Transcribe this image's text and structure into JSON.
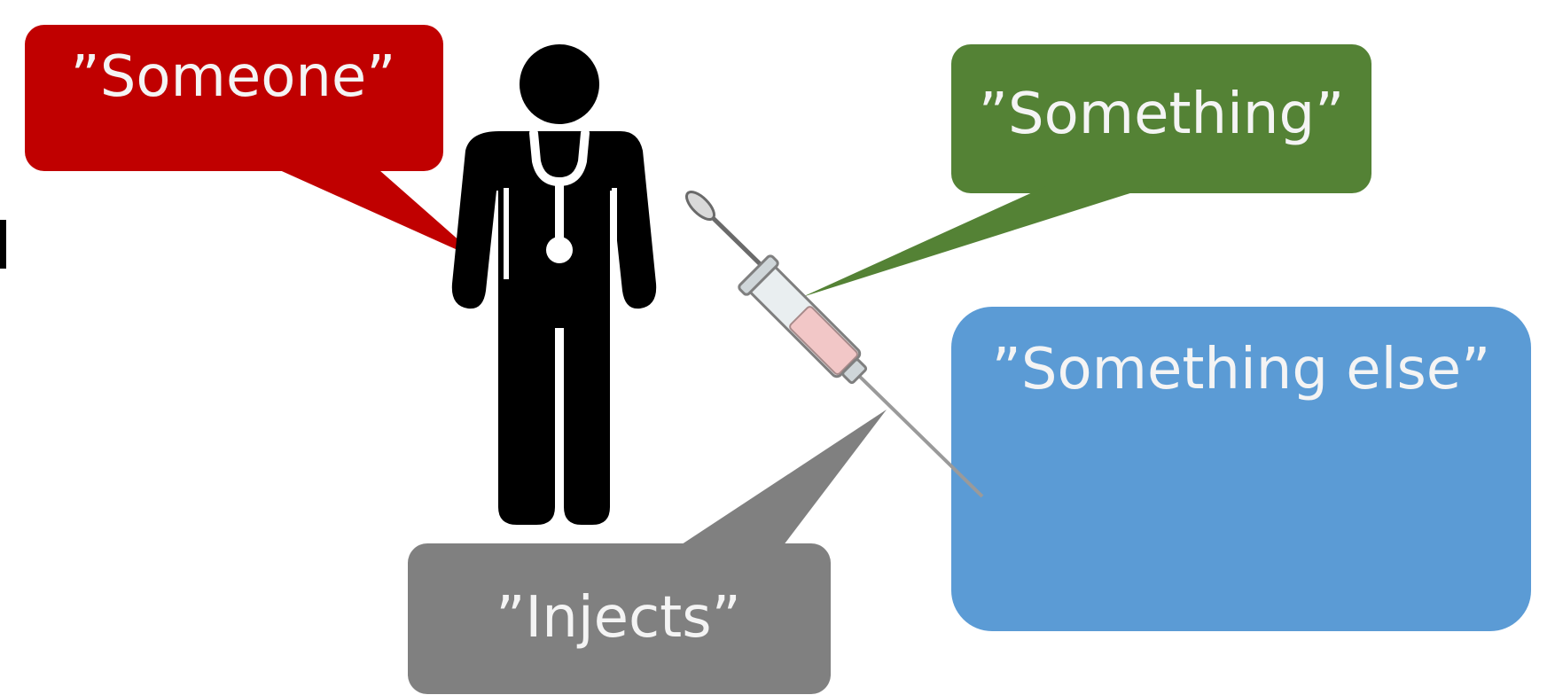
{
  "labels": {
    "someone": "”Someone”",
    "something": "”Something”",
    "something_else": "”Something else”",
    "injects": "”Injects”"
  },
  "colors": {
    "someone": "#c00000",
    "something": "#548235",
    "something_else": "#5b9bd5",
    "injects": "#808080",
    "figure": "#000000",
    "stethoscope": "#ffffff",
    "syringe_barrel": "#f2c7c7",
    "syringe_outline": "#7f7f7f"
  },
  "icons": {
    "person": "doctor-icon",
    "tool": "syringe-icon"
  }
}
